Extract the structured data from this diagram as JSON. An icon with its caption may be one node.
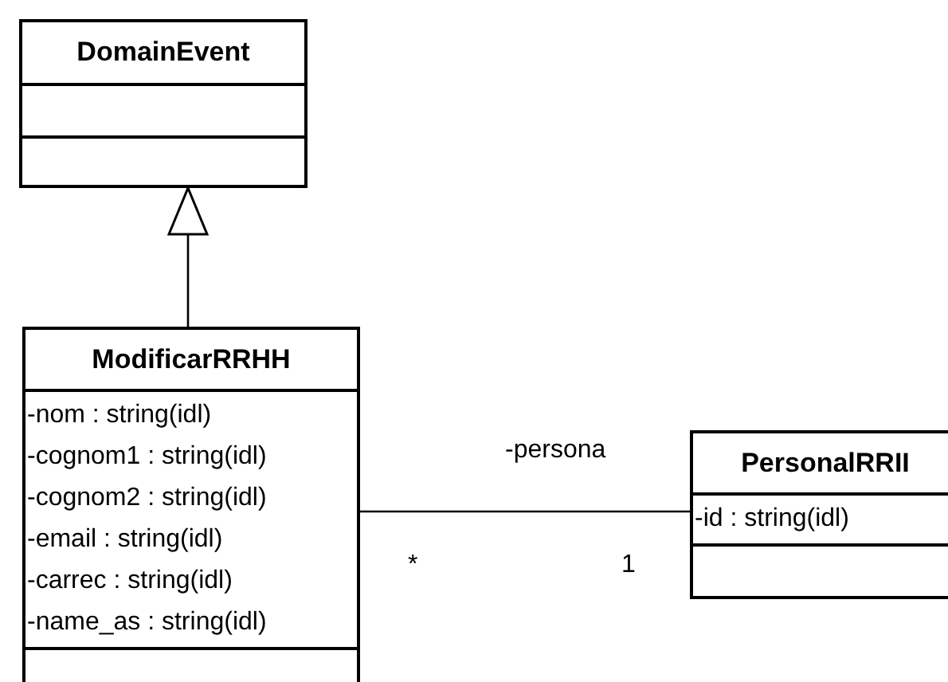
{
  "diagram": {
    "nodes": [
      {
        "text": [
          "DomainEvent"
        ]
      },
      {
        "text": [
          "ModificarRRHH",
          "-nom : string(idl)",
          "-cognom1 : string(idl)",
          "-cognom2 : string(idl)",
          "-email : string(idl)",
          "-carrec : string(idl)",
          "-name_as : string(idl)"
        ]
      },
      {
        "text": [
          "PersonalRRII",
          "-id : string(idl)"
        ]
      }
    ],
    "edges": [
      {
        "from": 1,
        "to": 0,
        "arrow": "to"
      },
      {
        "from": 1,
        "to": 2,
        "arrow": "none"
      }
    ],
    "labels": [
      "-persona",
      "*",
      "1"
    ]
  }
}
